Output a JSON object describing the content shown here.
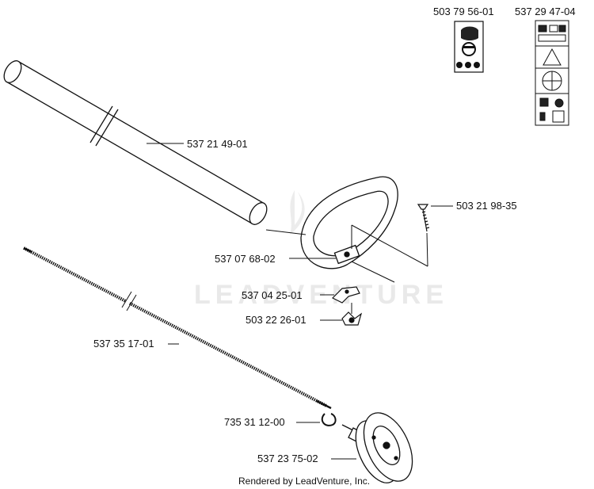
{
  "watermark": "LEADVENTURE",
  "footer": "Rendered by LeadVenture, Inc.",
  "parts": [
    {
      "id": "p1",
      "number": "503 79 56-01"
    },
    {
      "id": "p2",
      "number": "537 29 47-04"
    },
    {
      "id": "p3",
      "number": "537 21 49-01"
    },
    {
      "id": "p4",
      "number": "503 21 98-35"
    },
    {
      "id": "p5",
      "number": "537 07 68-02"
    },
    {
      "id": "p6",
      "number": "537 04 25-01"
    },
    {
      "id": "p7",
      "number": "503 22 26-01"
    },
    {
      "id": "p8",
      "number": "537 35 17-01"
    },
    {
      "id": "p9",
      "number": "735 31 12-00"
    },
    {
      "id": "p10",
      "number": "537 23 75-02"
    }
  ]
}
